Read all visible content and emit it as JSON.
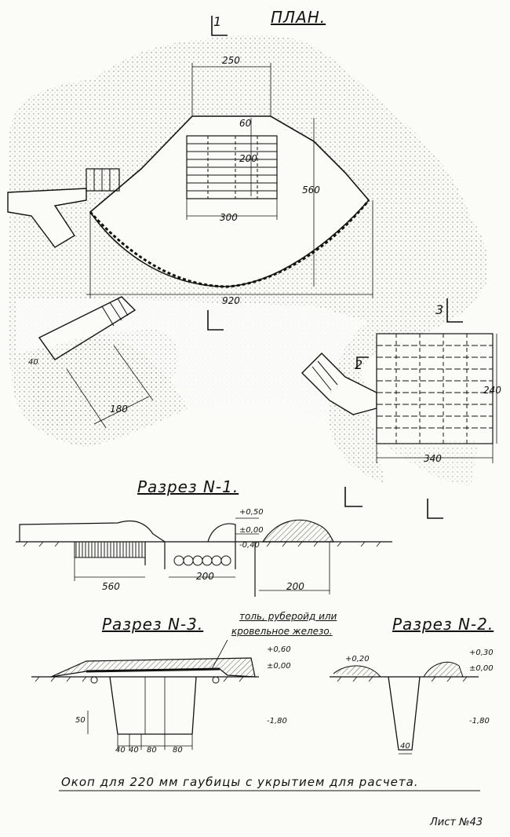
{
  "plan": {
    "title": "ПЛАН.",
    "section_marks": [
      "1",
      "3",
      "2"
    ],
    "dims": {
      "top_width": "250",
      "top_depth": "60",
      "deck_height": "200",
      "deck_width": "300",
      "plan_depth": "560",
      "plan_width": "920",
      "trench_width": "180",
      "small_mark": "40",
      "right_width": "340",
      "right_depth": "240"
    }
  },
  "section1": {
    "title": "Разрез N-1.",
    "levels": [
      "+0,50",
      "±0,00",
      "-0,40"
    ],
    "dims": [
      "560",
      "200",
      "200"
    ]
  },
  "section3": {
    "title": "Разрез N-3.",
    "note_line1": "толь, руберойд или",
    "note_line2": "кровельное железо.",
    "levels": [
      "+0,60",
      "±0,00",
      "-1,80"
    ],
    "dims": [
      "50",
      "40",
      "40",
      "80",
      "80"
    ]
  },
  "section2": {
    "title": "Разрез N-2.",
    "levels": [
      "+0,20",
      "+0,30",
      "±0,00",
      "-1,80"
    ],
    "dims": [
      "40"
    ]
  },
  "caption": "Окоп для 220 мм гаубицы с укрытием для расчета.",
  "sheet_label": "Лист №43",
  "colors": {
    "ink": "#111111",
    "paper": "#fbfbf8",
    "stipple": "#555555"
  }
}
